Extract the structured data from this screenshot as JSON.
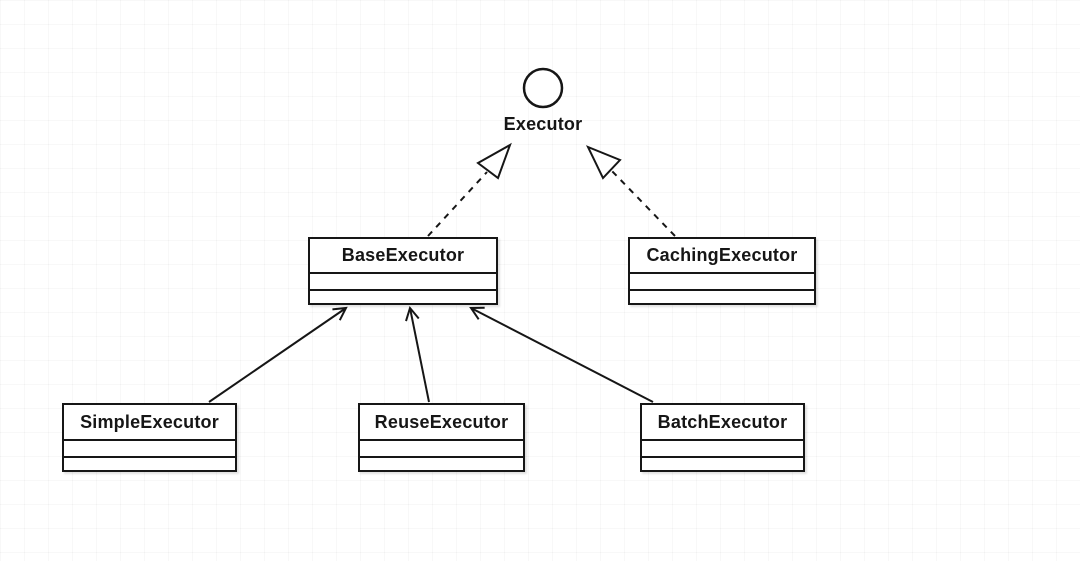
{
  "diagram": {
    "interface": {
      "name": "Executor",
      "notation": "lollipop-circle"
    },
    "classes": [
      {
        "name": "BaseExecutor"
      },
      {
        "name": "CachingExecutor"
      },
      {
        "name": "SimpleExecutor"
      },
      {
        "name": "ReuseExecutor"
      },
      {
        "name": "BatchExecutor"
      }
    ],
    "relationships": [
      {
        "from": "BaseExecutor",
        "to": "Executor",
        "type": "realization",
        "line": "dashed",
        "arrowhead": "hollow-triangle"
      },
      {
        "from": "CachingExecutor",
        "to": "Executor",
        "type": "realization",
        "line": "dashed",
        "arrowhead": "hollow-triangle"
      },
      {
        "from": "SimpleExecutor",
        "to": "BaseExecutor",
        "type": "generalization",
        "line": "solid",
        "arrowhead": "open"
      },
      {
        "from": "ReuseExecutor",
        "to": "BaseExecutor",
        "type": "generalization",
        "line": "solid",
        "arrowhead": "open"
      },
      {
        "from": "BatchExecutor",
        "to": "BaseExecutor",
        "type": "generalization",
        "line": "solid",
        "arrowhead": "open"
      }
    ],
    "colors": {
      "stroke": "#161616",
      "box_fill": "#ffffff",
      "background": "#ffffff"
    }
  }
}
